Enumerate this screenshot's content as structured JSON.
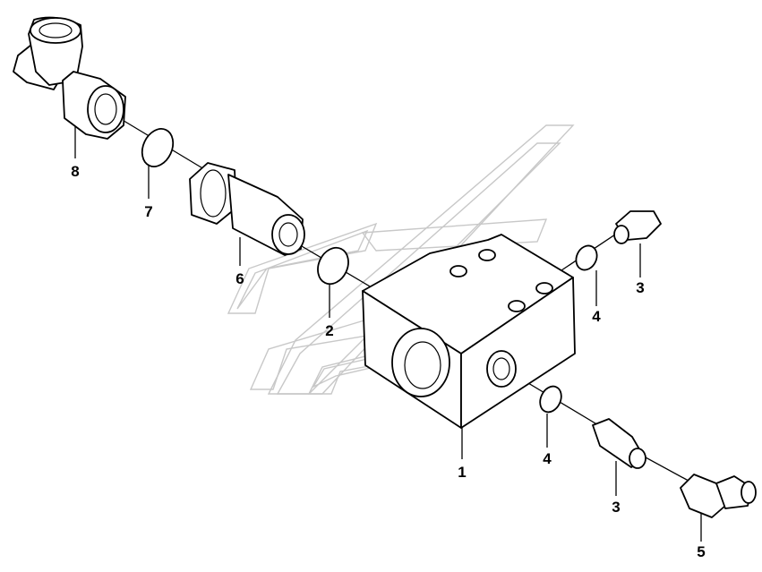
{
  "diagram": {
    "callouts": [
      "8",
      "7",
      "6",
      "2",
      "1",
      "4",
      "3",
      "4",
      "3",
      "5"
    ]
  }
}
